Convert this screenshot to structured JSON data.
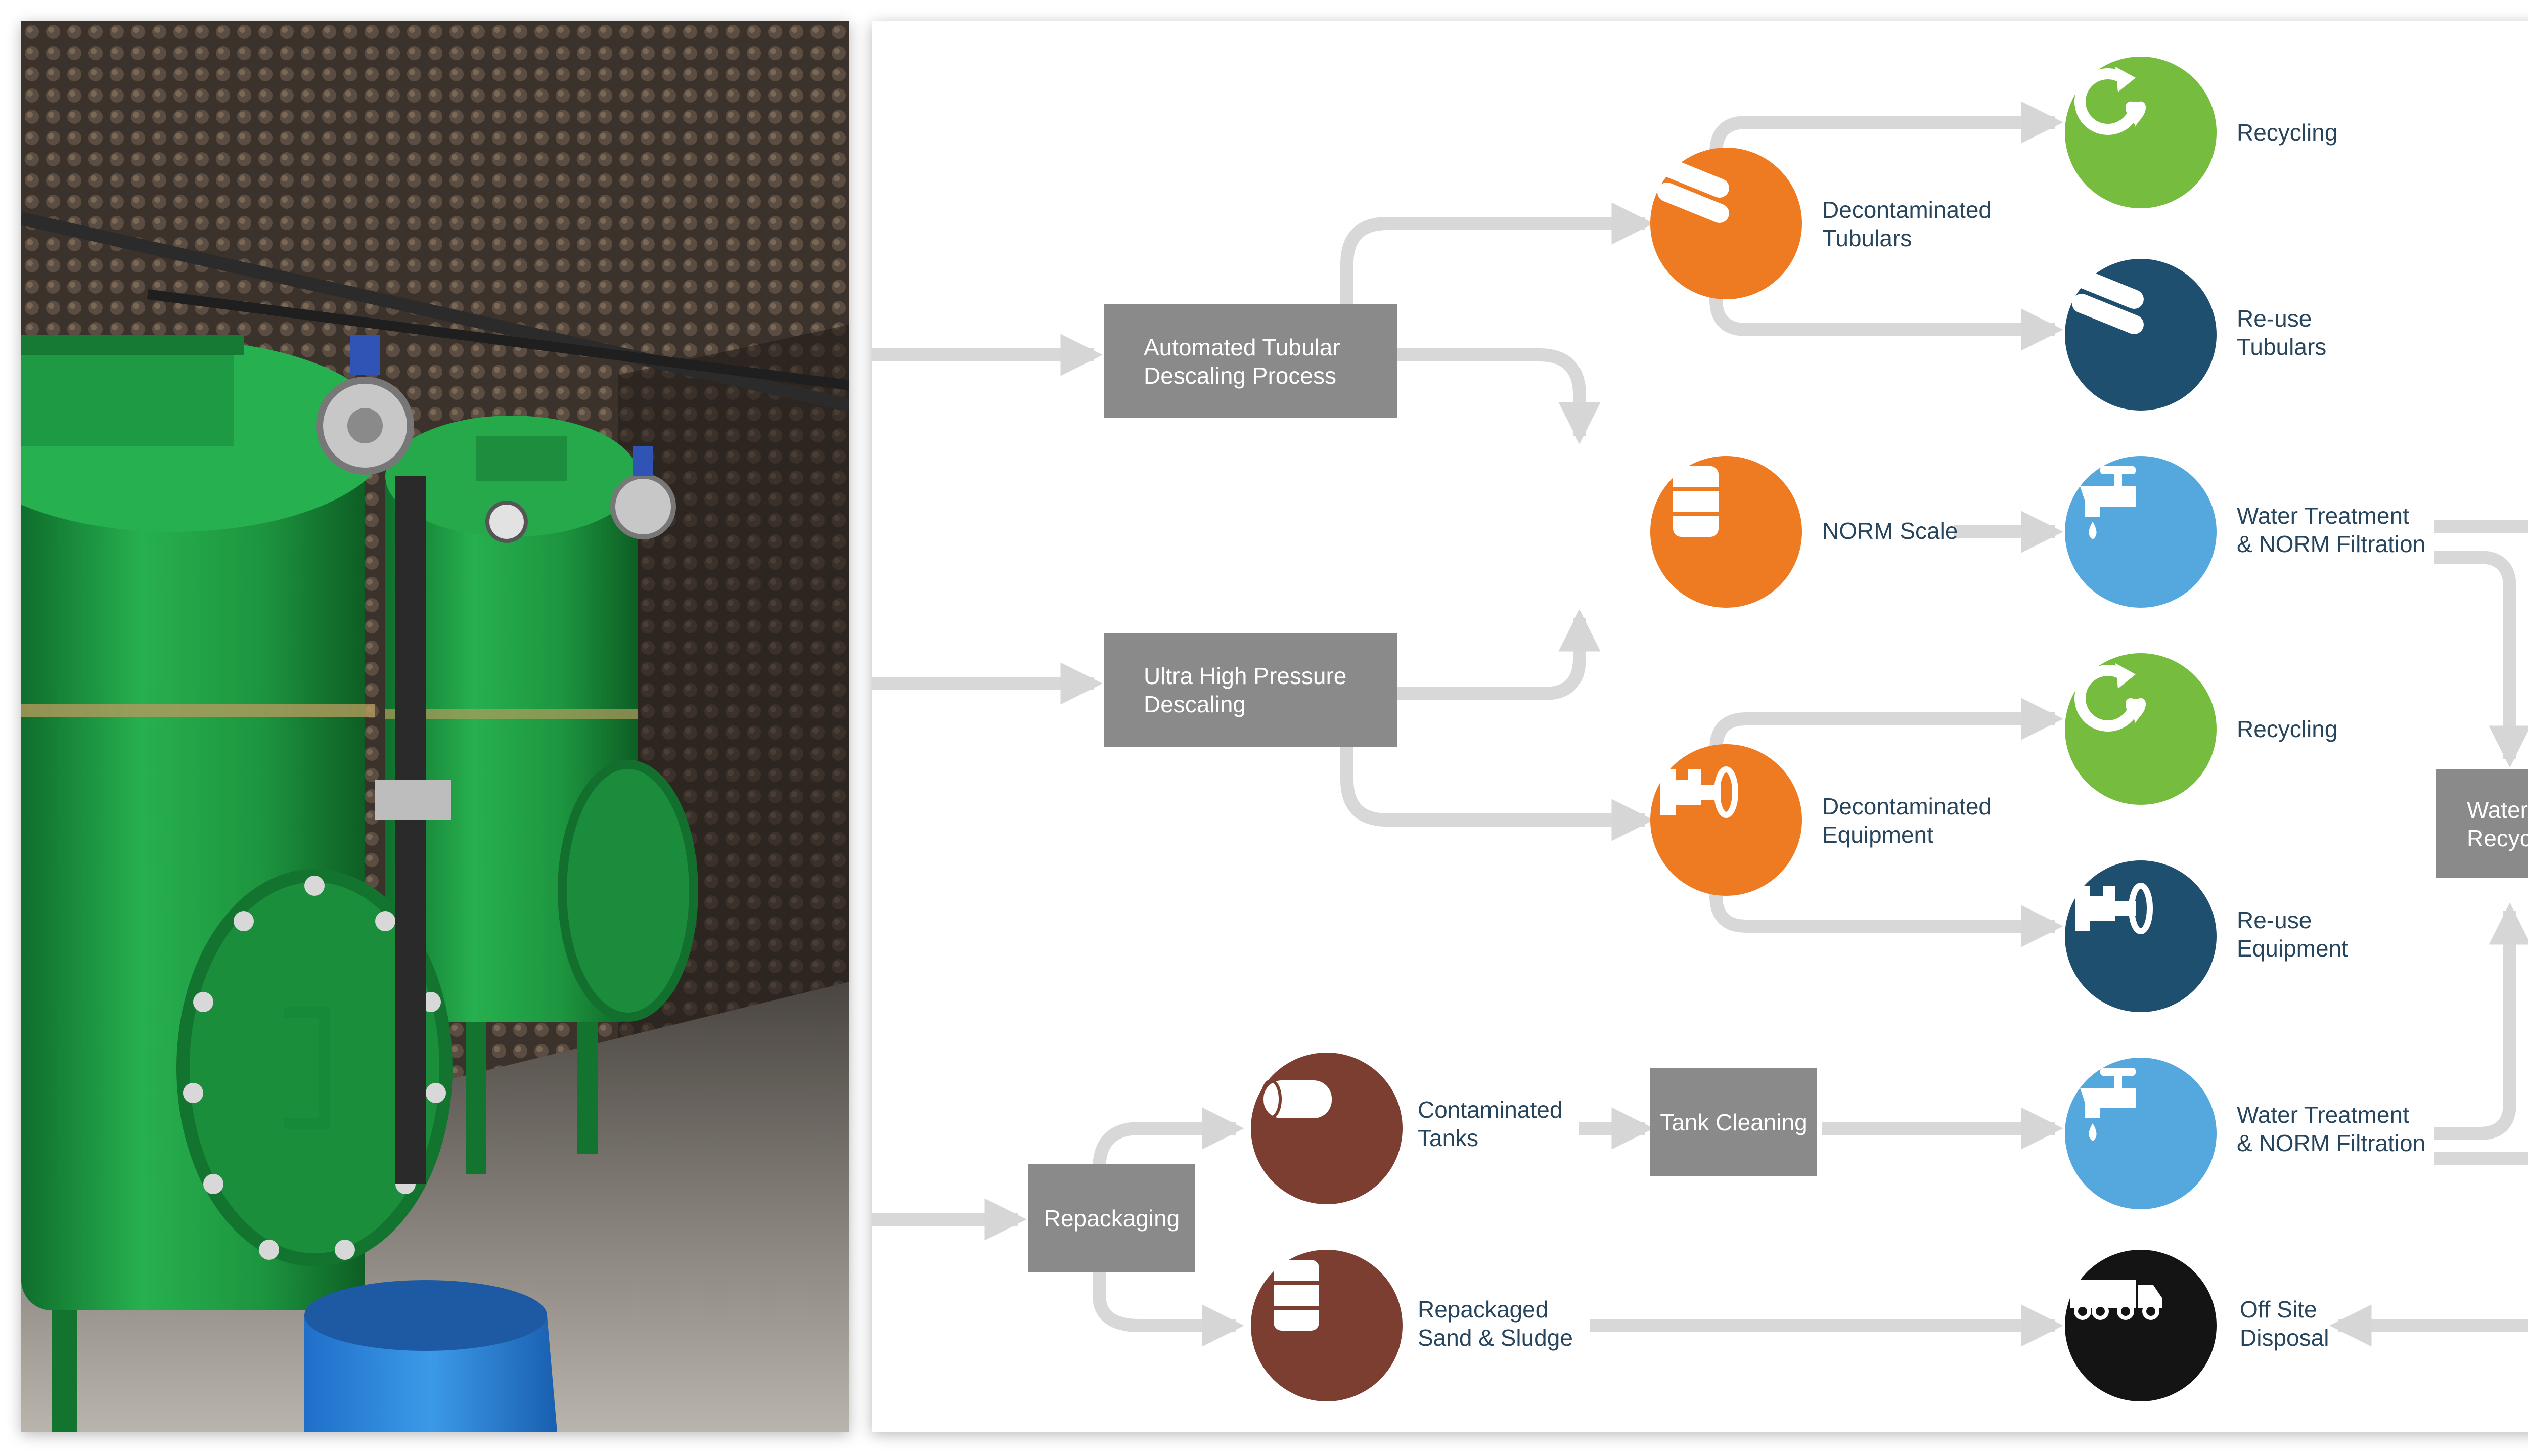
{
  "colors": {
    "orange": "#ee7a21",
    "green": "#76bc3e",
    "navy": "#1f4f6e",
    "light_blue": "#55a8de",
    "brown": "#7b3e31",
    "black": "#141414",
    "process_box": "#8a8a8a",
    "arrow": "#d8d8d8",
    "label_text": "#27455c",
    "vessel_green": "#1f9a45"
  },
  "photo": {
    "subject": "green-pressure-vessels"
  },
  "processes": {
    "automated": "Automated Tubular\nDescaling Process",
    "uhp": "Ultra High Pressure\nDescaling",
    "repackaging": "Repackaging",
    "tank_cleaning": "Tank Cleaning",
    "water_recycling": "Water\nRecycling"
  },
  "nodes": {
    "decon_tubulars": {
      "label": "Decontaminated\nTubulars",
      "icon": "tubulars-icon"
    },
    "recycling_1": {
      "label": "Recycling",
      "icon": "recycle-icon"
    },
    "reuse_tubulars": {
      "label": "Re-use\nTubulars",
      "icon": "tubulars-icon"
    },
    "norm_scale": {
      "label": "NORM Scale",
      "icon": "barrel-icon"
    },
    "water_treatment_1": {
      "label": "Water Treatment\n& NORM Filtration",
      "icon": "faucet-icon"
    },
    "recycling_2": {
      "label": "Recycling",
      "icon": "recycle-icon"
    },
    "decon_equipment": {
      "label": "Decontaminated\nEquipment",
      "icon": "valve-icon"
    },
    "reuse_equipment": {
      "label": "Re-use\nEquipment",
      "icon": "valve-icon"
    },
    "contaminated_tanks": {
      "label": "Contaminated\nTanks",
      "icon": "tank-icon"
    },
    "water_treatment_2": {
      "label": "Water Treatment\n& NORM Filtration",
      "icon": "faucet-icon"
    },
    "repackaged_sand": {
      "label": "Repackaged\nSand & Sludge",
      "icon": "barrel-icon"
    },
    "off_site": {
      "label": "Off Site\nDisposal",
      "icon": "truck-icon"
    }
  }
}
